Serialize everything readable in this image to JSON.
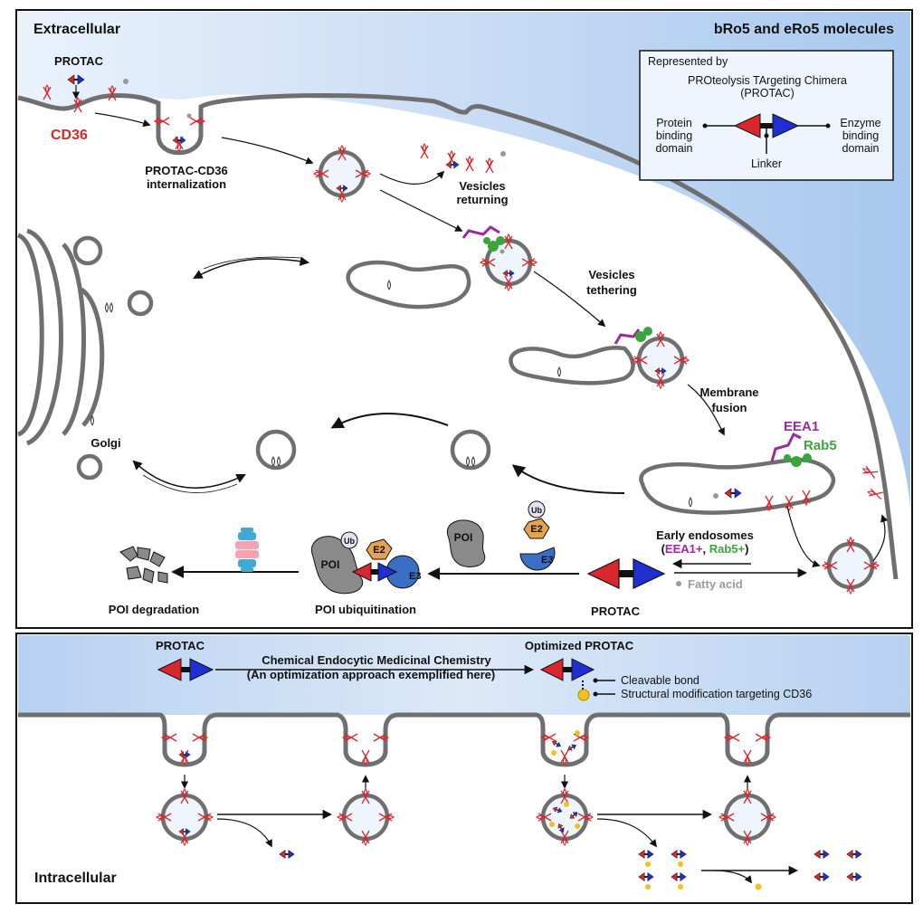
{
  "top_panel": {
    "extracellular": "Extracellular",
    "header": "bRo5 and eRo5 molecules",
    "protac_label": "PROTAC",
    "cd36": "CD36",
    "internalization": [
      "PROTAC-CD36",
      "internalization"
    ],
    "vesicles_returning": [
      "Vesicles",
      "returning"
    ],
    "vesicles_tethering": [
      "Vesicles",
      "tethering"
    ],
    "membrane_fusion": [
      "Membrane",
      "fusion"
    ],
    "eea1": "EEA1",
    "rab5": "Rab5",
    "golgi": "Golgi",
    "early_endosomes": "Early endosomes",
    "early_paren_open": "(",
    "eea1_plus": "EEA1+",
    "comma": ", ",
    "rab5_plus": "Rab5+",
    "early_paren_close": ")",
    "fatty_acid": "Fatty acid",
    "protac_bottom": "PROTAC",
    "poi": "POI",
    "ub": "Ub",
    "e2": "E2",
    "e3": "E3",
    "poi_ubiquitination": "POI ubiquitination",
    "poi_degradation": "POI degradation"
  },
  "legend": {
    "represented_by": "Represented by",
    "title_line1": "PROteolysis TArgeting Chimera",
    "title_line2": "(PROTAC)",
    "protein_binding": [
      "Protein",
      "binding",
      "domain"
    ],
    "enzyme_binding": [
      "Enzyme",
      "binding",
      "domain"
    ],
    "linker": "Linker"
  },
  "bottom_panel": {
    "protac": "PROTAC",
    "optimized_protac": "Optimized PROTAC",
    "method_line1": "Chemical Endocytic Medicinal Chemistry",
    "method_line2": "(An optimization approach exemplified here)",
    "cleavable_bond": "Cleavable bond",
    "structural_mod": "Structural modification targeting CD36",
    "intracellular": "Intracellular"
  },
  "colors": {
    "protac_red": "#d9272e",
    "protac_blue": "#1f2fd1",
    "membrane": "#6f6f6f",
    "eea1_purple": "#9b2a9c",
    "rab5_green": "#3aa53a",
    "extracellular_blue": "#cfe2f7",
    "e3_blue": "#3a6fc4",
    "e2_orange": "#e7a24f",
    "ub_lavender": "#e6e1f3",
    "poi_gray": "#8a8a8a",
    "fatty_acid_gray": "#9a9a9a",
    "ligand_yellow": "#f2c11a"
  }
}
